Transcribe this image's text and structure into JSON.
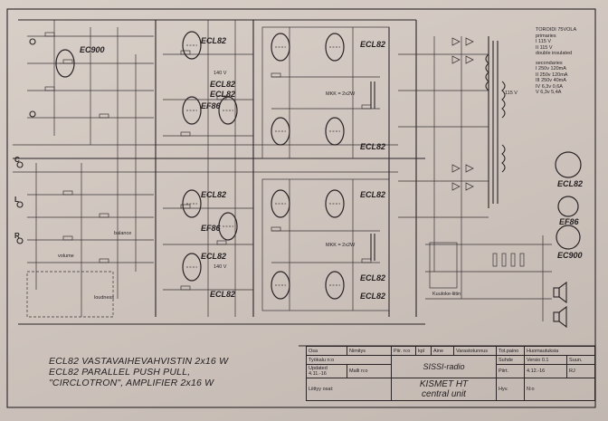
{
  "tubes": {
    "ec900_top": "EC900",
    "ecl82_a": "ECL82",
    "ecl82_b": "ECL82",
    "ecl82_c": "ECL82",
    "ef86_a": "EF86",
    "ecl82_d": "ECL82",
    "ecl82_e": "ECL82",
    "ecl82_f": "ECL82",
    "ecl82_g": "ECL82",
    "ef86_b": "EF86",
    "ecl82_h": "ECL82",
    "ecl82_i": "ECL82",
    "ecl82_j": "ECL82",
    "ecl82_k": "ECL82",
    "ecl82_side": "ECL82",
    "ef86_side": "EF86",
    "ec900_side": "EC900"
  },
  "transformer_spec": {
    "title": "TOROIDI 75VOLA",
    "primary_head": "primaries",
    "primary": [
      "I   115 V",
      "II  115 V",
      "double insulated"
    ],
    "secondary_head": "secondaries",
    "secondary": [
      "I   250v 120mA",
      "II  250v 120mA",
      "III 250v 40mA",
      "IV  6,3v  0,6A",
      "V   6,3v  5,4A"
    ]
  },
  "labels": {
    "c": "C",
    "l": "L",
    "r": "R",
    "volume": "volume",
    "balance": "balance",
    "loudness": "loudness",
    "kuulokeliitin": "Kuuloke-liitin",
    "v115": "115 V",
    "v140": "140 V",
    "v140b": "140 V",
    "mxx_a": "MKK = 2x2W",
    "mxx_b": "MKK = 2x2W"
  },
  "caption": {
    "line1": "ECL82 VASTAVAIHEVAHVISTIN 2x16 W",
    "line2": "ECL82 PARALLEL PUSH PULL,",
    "line3": "\"CIRCLOTRON\", AMPLIFIER 2x16 W"
  },
  "title_block": {
    "osa": "Osa",
    "nimitys": "Nimitys",
    "piir": "Piir. n:o",
    "kpl": "kpl",
    "aine": "Aine",
    "varastotunnus": "Varastotunnus",
    "tot_paino": "Tot.paino",
    "huomautuksia": "Huomautuksia",
    "versio": "Versio 0.1",
    "tyokalu": "Työkalu n:o",
    "sissi": "SISSI-radio",
    "suhde": "Suhde",
    "suun": "Suun.",
    "piirt": "Piirt.",
    "piirt_date": "4.12.-16",
    "piirt_sign": "RJ",
    "updated": "Updated 4.11.-16",
    "malli": "Malli n:o",
    "kismet": "KISMET HT",
    "central": "central unit",
    "hyv": "Hyv.",
    "liittyy": "Liittyy osat:",
    "no": "N:o"
  }
}
